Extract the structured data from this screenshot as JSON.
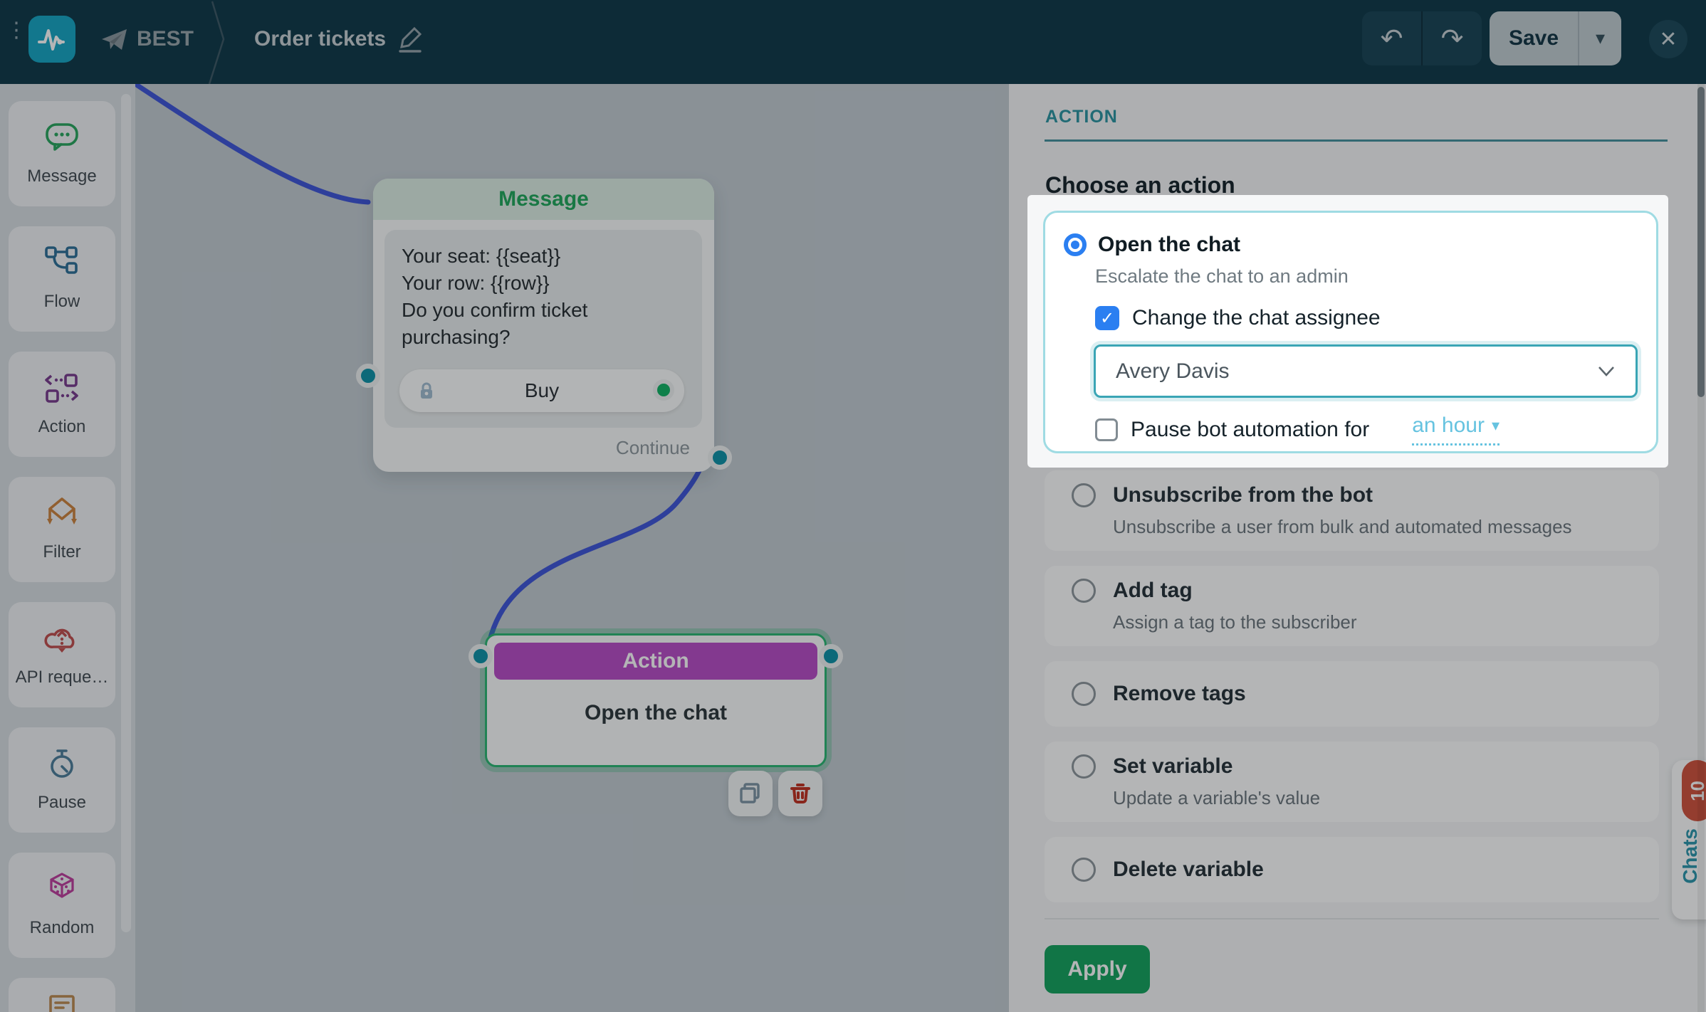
{
  "colors": {
    "toolbar_bg": "#113a49",
    "brand_teal": "#18a7c4",
    "canvas_bg": "#c3ccd2",
    "message_green": "#22a85c",
    "action_purple": "#b94ec8",
    "selection_green": "#2bb873",
    "connector_teal": "#0f93a8",
    "wire_blue": "#3f56d9",
    "panel_accent_teal": "#2d95a2",
    "control_blue": "#2b7ff1",
    "select_border_teal": "#3aa5b5",
    "link_blue": "#66c3e0",
    "apply_green": "#16a45f",
    "badge_red": "#d2533e",
    "trash_red": "#c23323"
  },
  "toolbar": {
    "bot_name": "BEST",
    "flow_title": "Order tickets",
    "save_label": "Save",
    "undo_glyph": "↶",
    "redo_glyph": "↷",
    "caret_glyph": "▾",
    "close_glyph": "✕"
  },
  "sidebar": {
    "items": [
      {
        "label": "Message"
      },
      {
        "label": "Flow"
      },
      {
        "label": "Action"
      },
      {
        "label": "Filter"
      },
      {
        "label": "API reque…"
      },
      {
        "label": "Pause"
      },
      {
        "label": "Random"
      },
      {
        "label": ""
      }
    ]
  },
  "canvas": {
    "message_node": {
      "title": "Message",
      "line1": "Your seat: {{seat}}",
      "line2": "Your row: {{row}}",
      "line3": "Do you confirm ticket purchasing?",
      "button_label": "Buy",
      "continue_label": "Continue"
    },
    "action_node": {
      "title": "Action",
      "body": "Open the chat"
    }
  },
  "panel": {
    "heading": "ACTION",
    "subheading": "Choose an action",
    "spotlight": {
      "option_label": "Open the chat",
      "option_description": "Escalate the chat to an admin",
      "assignee_checkbox_label": "Change the chat assignee",
      "assignee_checked": "✓",
      "assignee_value": "Avery Davis",
      "pause_checkbox_label": "Pause bot automation for",
      "pause_duration_label": "an hour",
      "pause_caret": "▾"
    },
    "options": [
      {
        "label": "Unsubscribe from the bot",
        "description": "Unsubscribe a user from bulk and automated messages"
      },
      {
        "label": "Add tag",
        "description": "Assign a tag to the subscriber"
      },
      {
        "label": "Remove tags"
      },
      {
        "label": "Set variable",
        "description": "Update a variable's value"
      },
      {
        "label": "Delete variable"
      }
    ],
    "apply_label": "Apply"
  },
  "chats_tab": {
    "label": "Chats",
    "badge": "10"
  }
}
